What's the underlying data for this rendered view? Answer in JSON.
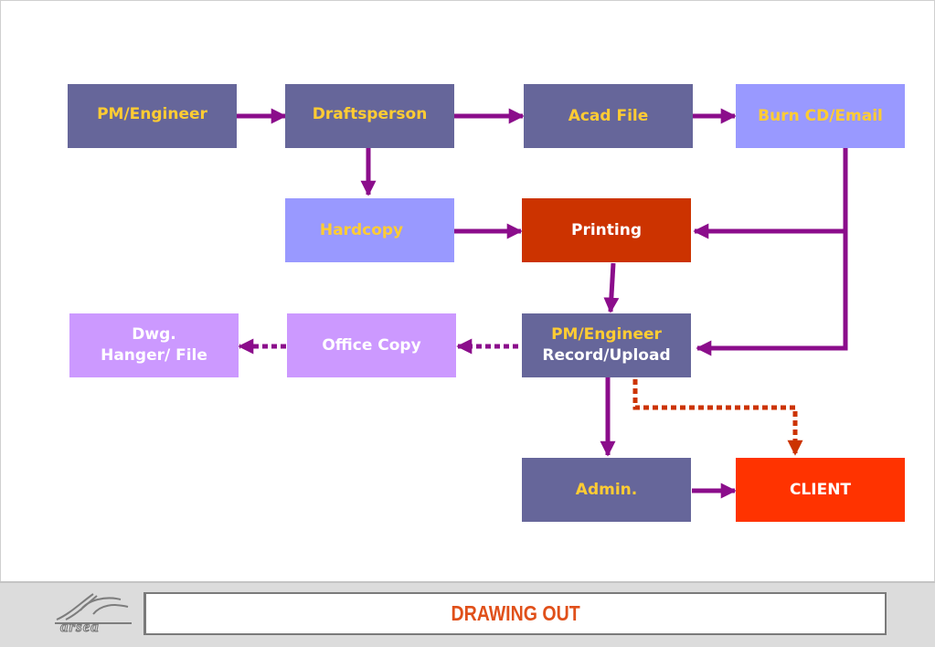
{
  "diagram": {
    "nodes": {
      "pm_engineer": "PM/Engineer",
      "draftsperson": "Draftsperson",
      "acad_file": "Acad File",
      "burn_cd_email": "Burn CD/Email",
      "hardcopy": "Hardcopy",
      "printing": "Printing",
      "dwg_hanger_file": "Dwg.\nHanger/ File",
      "office_copy": "Office Copy",
      "pm_record_line1": "PM/Engineer",
      "pm_record_line2": "Record/Upload",
      "admin": "Admin.",
      "client": "CLIENT"
    },
    "edges": [
      {
        "from": "pm_engineer",
        "to": "draftsperson",
        "style": "solid"
      },
      {
        "from": "draftsperson",
        "to": "acad_file",
        "style": "solid"
      },
      {
        "from": "acad_file",
        "to": "burn_cd_email",
        "style": "solid"
      },
      {
        "from": "draftsperson",
        "to": "hardcopy",
        "style": "solid"
      },
      {
        "from": "hardcopy",
        "to": "printing",
        "style": "solid"
      },
      {
        "from": "burn_cd_email",
        "to": "printing",
        "style": "solid"
      },
      {
        "from": "burn_cd_email",
        "to": "pm_record",
        "style": "solid"
      },
      {
        "from": "printing",
        "to": "pm_record",
        "style": "solid"
      },
      {
        "from": "pm_record",
        "to": "office_copy",
        "style": "dotted"
      },
      {
        "from": "office_copy",
        "to": "dwg_hanger_file",
        "style": "dotted"
      },
      {
        "from": "pm_record",
        "to": "admin",
        "style": "solid"
      },
      {
        "from": "admin",
        "to": "client",
        "style": "solid"
      },
      {
        "from": "pm_record",
        "to": "client",
        "style": "dotted"
      }
    ]
  },
  "footer": {
    "title": "DRAWING OUT",
    "logo_text": "arsea"
  },
  "colors": {
    "slate": "#66669a",
    "lavender": "#9999ff",
    "lilac": "#cc99ff",
    "rust": "#cc3300",
    "red": "#ff3300",
    "arrow_purple": "#8b0d8b",
    "dotted_orange": "#cc3300",
    "gold_text": "#ffcc33",
    "title_text": "#e0501a"
  }
}
